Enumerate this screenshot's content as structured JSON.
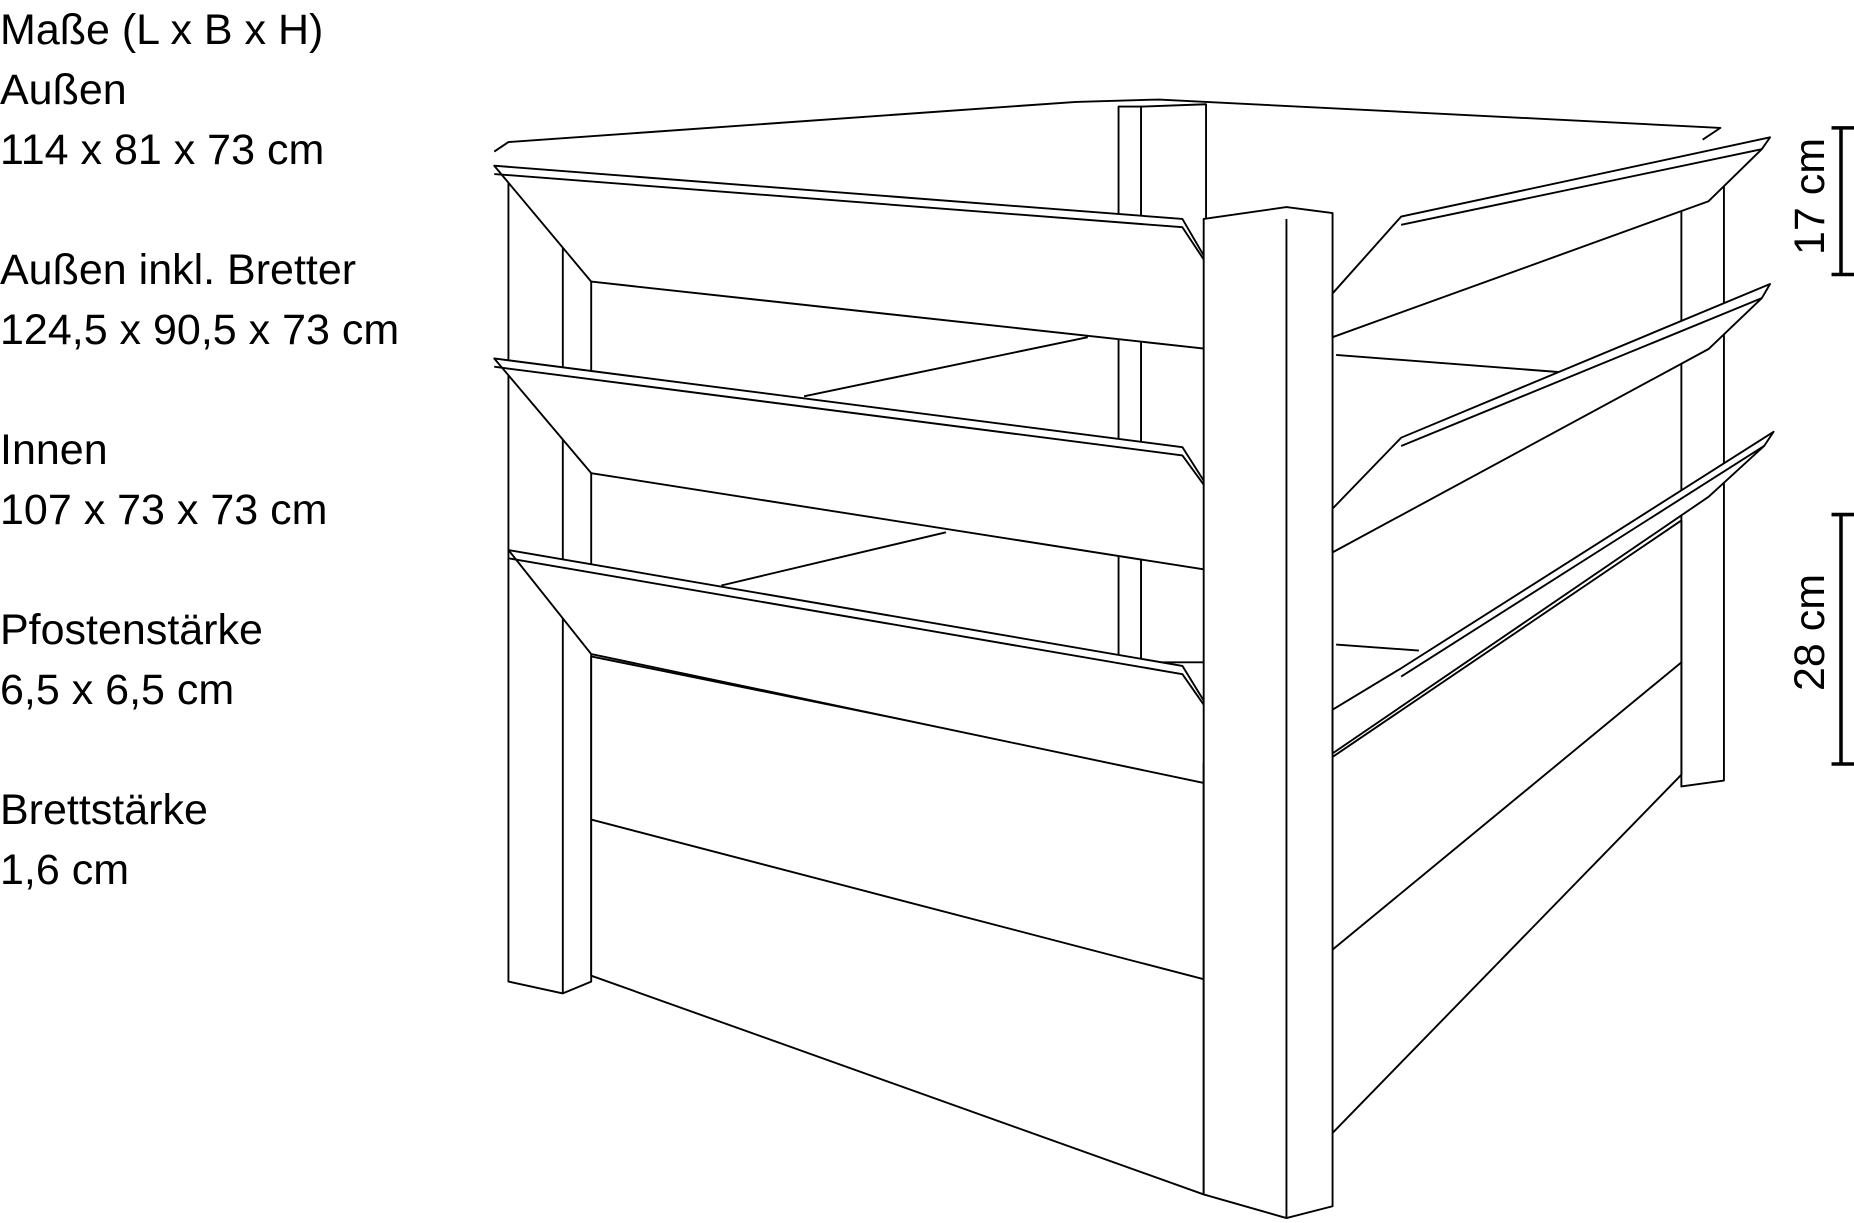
{
  "specs": {
    "title": "Maße (L x B x H)",
    "items": [
      {
        "label": "Außen",
        "value": "114 x 81 x 73 cm"
      },
      {
        "label": "Außen inkl. Bretter",
        "value": "124,5 x 90,5 x 73 cm"
      },
      {
        "label": "Innen",
        "value": "107 x 73 x 73 cm"
      },
      {
        "label": "Pfostenstärke",
        "value": "6,5 x 6,5 cm"
      },
      {
        "label": "Brettstärke",
        "value": "1,6 cm"
      }
    ]
  },
  "dimensions": {
    "gap_top": "17 cm",
    "gap_bottom": "28 cm"
  }
}
